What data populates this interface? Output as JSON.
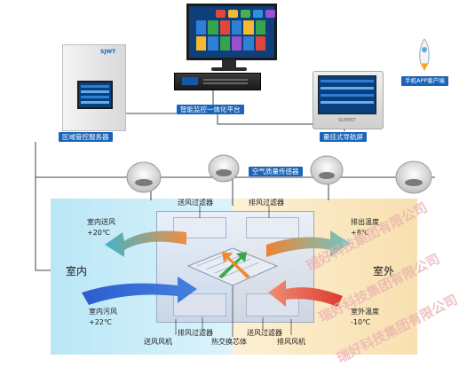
{
  "devices": {
    "regional_server": {
      "label": "区域管控服务器",
      "brand": "SJWT"
    },
    "platform": {
      "label": "智能监控一体化平台"
    },
    "wall_panel": {
      "label": "量挂式导航屏",
      "brand": "SUPENT"
    },
    "mobile": {
      "label": "手机APP客户端"
    },
    "sensors": {
      "label": "空气质量传感器"
    }
  },
  "unit": {
    "indoor_label": "室内",
    "outdoor_label": "室外",
    "supply_filter_top": "送风过滤器",
    "exhaust_filter_top": "排风过滤器",
    "supply_air": {
      "name": "室内送风",
      "temp": "+20℃"
    },
    "return_air": {
      "name": "室内污风",
      "temp": "+22℃"
    },
    "exhaust_temp": {
      "name": "排出温度",
      "temp": "+8℃"
    },
    "outdoor_temp": {
      "name": "室外温度",
      "temp": "-10℃"
    },
    "supply_fan": "送风风机",
    "exhaust_filter_bottom": "排风过滤器",
    "core": "热交换芯体",
    "supply_filter_bottom": "送风过滤器",
    "exhaust_fan": "排风风机"
  },
  "watermark": [
    "瑞好科技集团有限公司",
    "瑞好科技集团有限公司",
    "瑞好科技集团有限公司"
  ],
  "colors": {
    "tag_blue": "#1b64b8",
    "indoor_bg": "#c6ecf7",
    "outdoor_bg": "#fbeac5",
    "cold_arrow": "#1d5fd0",
    "warm_arrow": "#e86b1c"
  }
}
